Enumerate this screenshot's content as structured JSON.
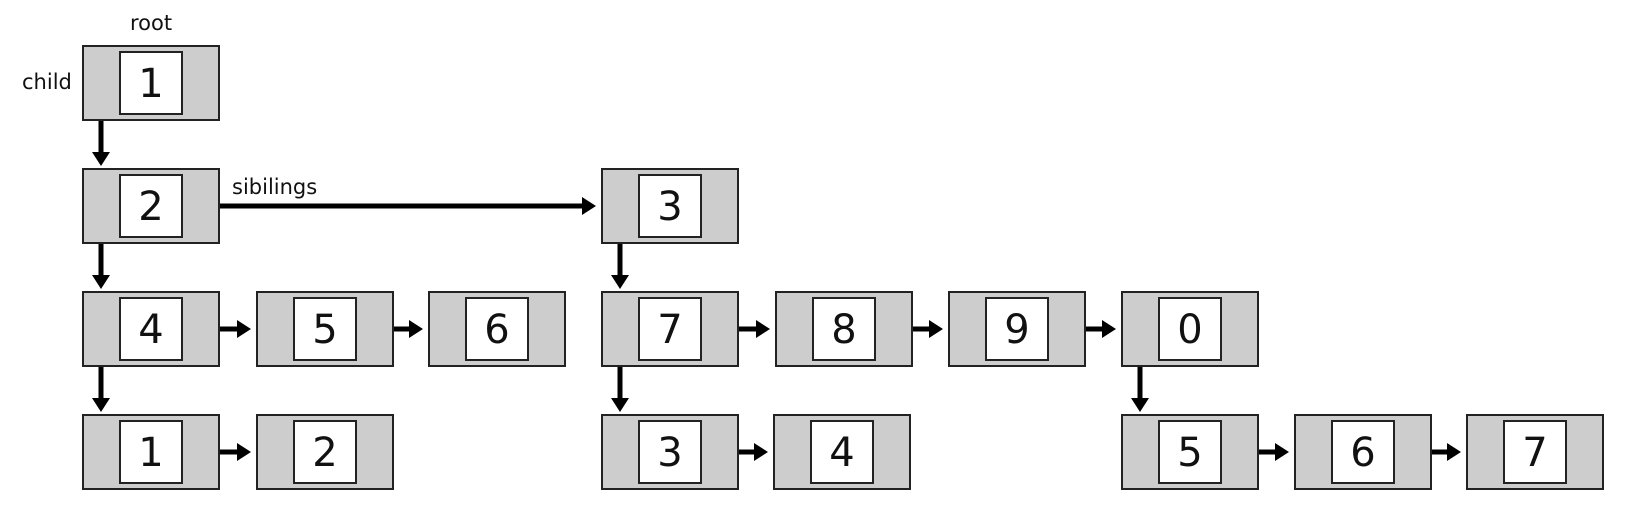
{
  "labels": {
    "root": "root",
    "child": "child",
    "siblings": "sibilings"
  },
  "nodes": [
    {
      "id": "n1",
      "value": "1"
    },
    {
      "id": "n2",
      "value": "2"
    },
    {
      "id": "n3",
      "value": "3"
    },
    {
      "id": "n4",
      "value": "4"
    },
    {
      "id": "n5",
      "value": "5"
    },
    {
      "id": "n6",
      "value": "6"
    },
    {
      "id": "n7",
      "value": "7"
    },
    {
      "id": "n8",
      "value": "8"
    },
    {
      "id": "n9",
      "value": "9"
    },
    {
      "id": "n0",
      "value": "0"
    },
    {
      "id": "n4a",
      "value": "1"
    },
    {
      "id": "n4b",
      "value": "2"
    },
    {
      "id": "n7a",
      "value": "3"
    },
    {
      "id": "n7b",
      "value": "4"
    },
    {
      "id": "n0a",
      "value": "5"
    },
    {
      "id": "n0b",
      "value": "6"
    },
    {
      "id": "n0c",
      "value": "7"
    }
  ],
  "edges": [
    {
      "from": "n1",
      "to": "n2",
      "kind": "child"
    },
    {
      "from": "n2",
      "to": "n3",
      "kind": "sibling"
    },
    {
      "from": "n2",
      "to": "n4",
      "kind": "child"
    },
    {
      "from": "n4",
      "to": "n5",
      "kind": "sibling"
    },
    {
      "from": "n5",
      "to": "n6",
      "kind": "sibling"
    },
    {
      "from": "n3",
      "to": "n7",
      "kind": "child"
    },
    {
      "from": "n7",
      "to": "n8",
      "kind": "sibling"
    },
    {
      "from": "n8",
      "to": "n9",
      "kind": "sibling"
    },
    {
      "from": "n9",
      "to": "n0",
      "kind": "sibling"
    },
    {
      "from": "n4",
      "to": "n4a",
      "kind": "child"
    },
    {
      "from": "n4a",
      "to": "n4b",
      "kind": "sibling"
    },
    {
      "from": "n7",
      "to": "n7a",
      "kind": "child"
    },
    {
      "from": "n7a",
      "to": "n7b",
      "kind": "sibling"
    },
    {
      "from": "n0",
      "to": "n0a",
      "kind": "child"
    },
    {
      "from": "n0a",
      "to": "n0b",
      "kind": "sibling"
    },
    {
      "from": "n0b",
      "to": "n0c",
      "kind": "sibling"
    }
  ]
}
